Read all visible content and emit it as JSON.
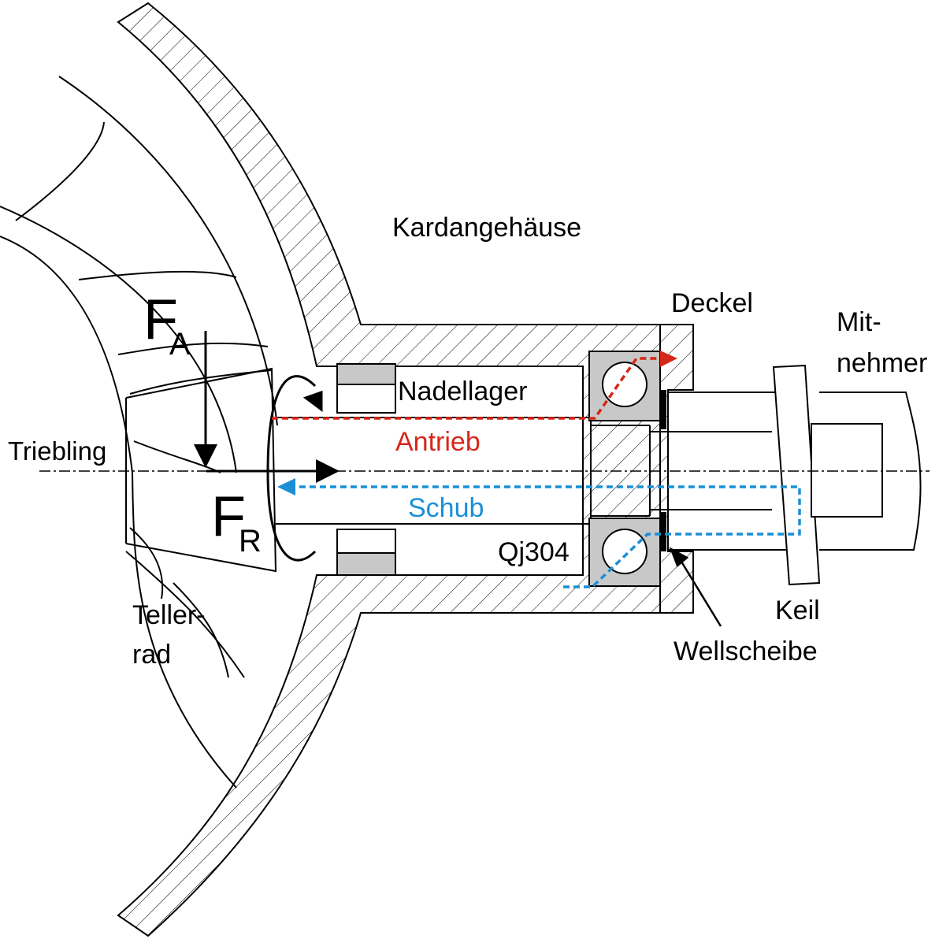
{
  "labels": {
    "kardangehaeuse": "Kardangehäuse",
    "deckel": "Deckel",
    "mitnehmer_1": "Mit-",
    "mitnehmer_2": "nehmer",
    "nadellager": "Nadellager",
    "antrieb": "Antrieb",
    "triebling": "Triebling",
    "schub": "Schub",
    "qj304": "Qj304",
    "keil": "Keil",
    "wellscheibe": "Wellscheibe",
    "tellerrad_1": "Teller-",
    "tellerrad_2": "rad",
    "fa_main": "F",
    "fa_sub": "A",
    "fr_main": "F",
    "fr_sub": "R"
  },
  "colors": {
    "antrieb": "#d62718",
    "schub": "#1a8fd6",
    "bearing_fill": "#c8c8c8",
    "line": "#000000"
  }
}
